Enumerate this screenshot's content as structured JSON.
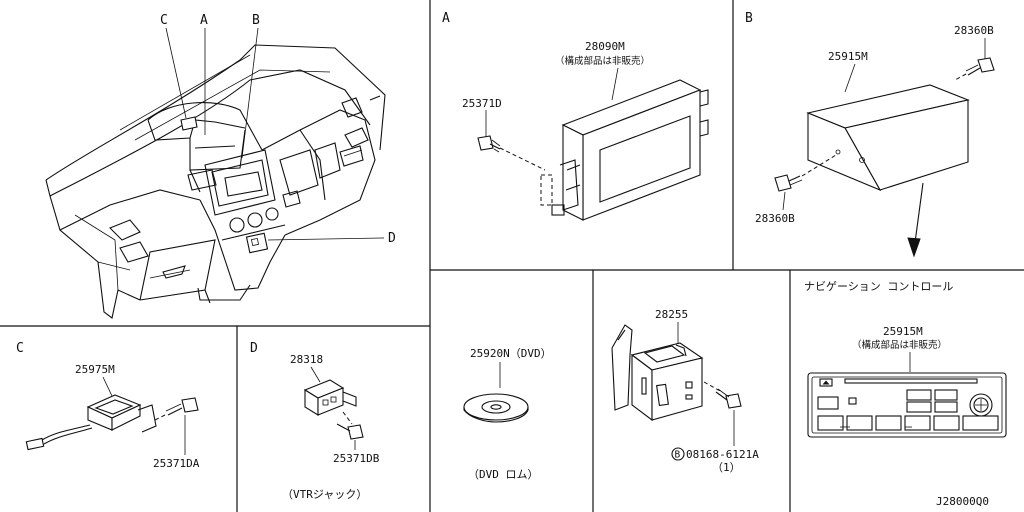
{
  "callouts": {
    "c": "C",
    "a": "A",
    "b": "B",
    "d": "D"
  },
  "panels": {
    "a": {
      "title": "A",
      "part_main": "28090M",
      "part_main_note": "（構成部品は非販売）",
      "part_screw": "25371D"
    },
    "b": {
      "title": "B",
      "part_main": "25915M",
      "part_bolt_top": "28360B",
      "part_bolt_bottom": "28360B"
    },
    "c": {
      "title": "C",
      "part_main": "25975M",
      "part_screw": "25371DA"
    },
    "d": {
      "title": "D",
      "part_main": "28318",
      "part_screw": "25371DB",
      "caption": "（VTRジャック）"
    },
    "dvd": {
      "part_main": "25920N（DVD）",
      "caption": "（DVD ロム）"
    },
    "bracket": {
      "part_main": "28255",
      "bolt_symbol": "B",
      "part_bolt": "08168-6121A",
      "qty": "（1）"
    },
    "nav": {
      "title": "ナビゲーション コントロール",
      "part_main": "25915M",
      "part_main_note": "（構成部品は非販売）"
    }
  },
  "footer": {
    "diagram_code": "J28000Q0"
  },
  "icons": [
    "dashboard-drawing",
    "control-unit-icon",
    "screw-icon",
    "bolt-icon",
    "disc-icon",
    "bracket-icon",
    "nav-panel-icon",
    "arrow-icon",
    "jack-icon",
    "antenna-icon"
  ]
}
